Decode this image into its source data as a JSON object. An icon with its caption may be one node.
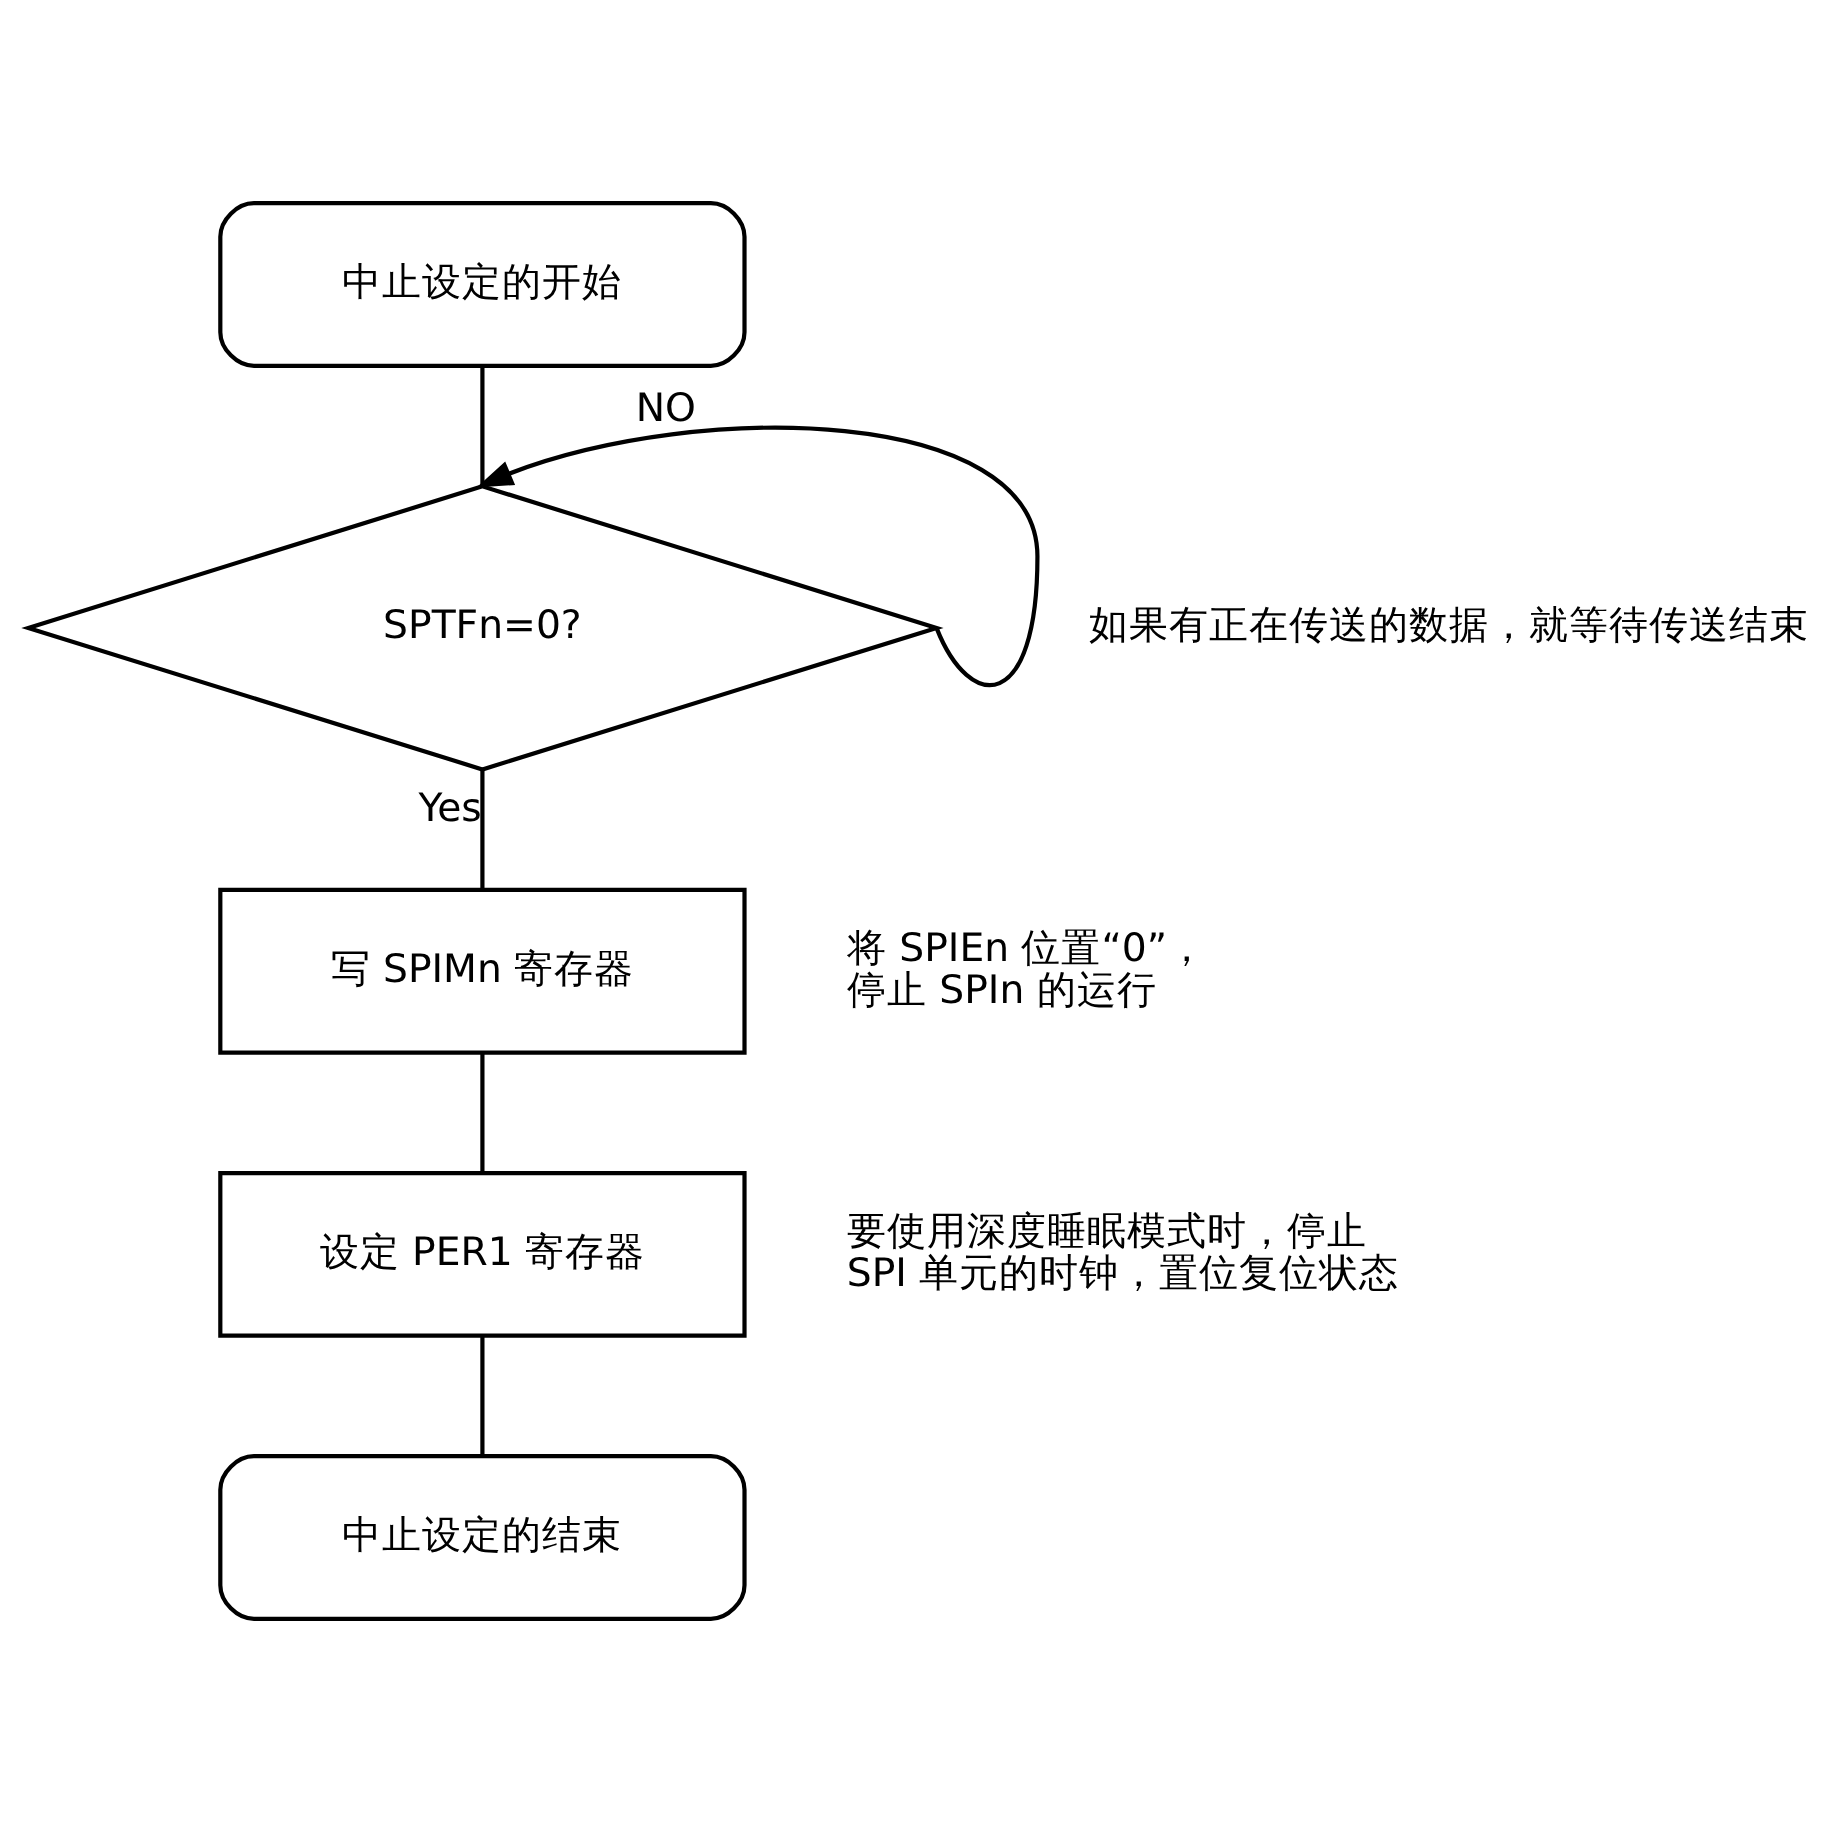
{
  "diagram": {
    "nodes": [
      {
        "text": [
          "中止设定的开始"
        ]
      },
      {
        "text": [
          "SPTFn=0?"
        ],
        "beside": [
          "如果有正在传送的数据，就等待传送结束"
        ]
      },
      {
        "text": [
          "写 SPIMn 寄存器"
        ],
        "beside": [
          "将 SPIEn 位置“0”，停止 SPIn 的运行"
        ]
      },
      {
        "text": [
          "设定 PER1 寄存器"
        ],
        "beside": [
          "要使用深度睡眠模式时，停止 SPI 单元的时钟，置位复位状态"
        ]
      },
      {
        "text": [
          "中止设定的结束"
        ]
      }
    ],
    "edges": [
      {
        "from": 0,
        "to": 1,
        "arrow": "none"
      },
      {
        "from": 1,
        "to": 1,
        "arrow": "to",
        "label": "NO"
      },
      {
        "from": 1,
        "to": 2,
        "arrow": "none",
        "label": "Yes"
      },
      {
        "from": 2,
        "to": 3,
        "arrow": "none"
      },
      {
        "from": 3,
        "to": 4,
        "arrow": "none"
      }
    ]
  }
}
